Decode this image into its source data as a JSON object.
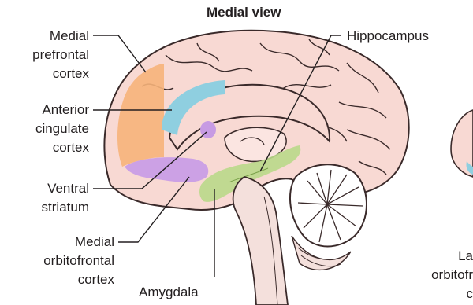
{
  "title": "Medial view",
  "labels": {
    "medial_prefrontal": [
      "Medial",
      "prefrontal",
      "cortex"
    ],
    "anterior_cingulate": [
      "Anterior",
      "cingulate",
      "cortex"
    ],
    "ventral_striatum": [
      "Ventral",
      "striatum"
    ],
    "medial_orbitofrontal": [
      "Medial",
      "orbitofrontal",
      "cortex"
    ],
    "amygdala": "Amygdala",
    "hippocampus": "Hippocampus",
    "partial_right": [
      "La",
      "orbitofr",
      "c"
    ]
  },
  "colors": {
    "brain_fill": "#f8d9d3",
    "outline": "#3a2a2a",
    "prefrontal": "#f6b27a",
    "cingulate": "#8fcfe0",
    "striatum": "#c79be3",
    "orbitofrontal": "#c99ee6",
    "hippocampus": "#b9d88a",
    "cerebellum": "#ffffff",
    "brainstem": "#f4e0dc",
    "leader": "#231f20"
  }
}
